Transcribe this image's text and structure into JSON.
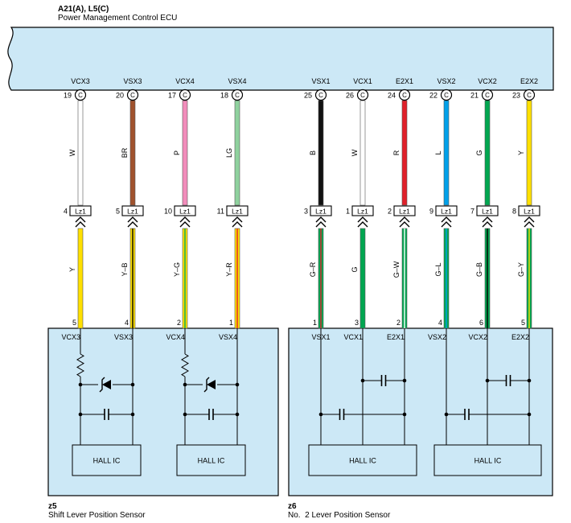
{
  "ecu": {
    "code": "A21(A), L5(C)",
    "name": "Power Management Control ECU",
    "connector_letter": "C"
  },
  "connector_tag": "Lz1",
  "wires": [
    {
      "signal": "VCX3",
      "ecu_pin": "19",
      "upper_color": "W",
      "upper_fill": "#ffffff",
      "lz1_pin": "4",
      "lower_color": "Y",
      "lower_fill": "#ffe000",
      "lower_stripe": null,
      "sensor_pin": "5"
    },
    {
      "signal": "VSX3",
      "ecu_pin": "20",
      "upper_color": "BR",
      "upper_fill": "#a0522d",
      "lz1_pin": "5",
      "lower_color": "Y–B",
      "lower_fill": "#ffe000",
      "lower_stripe": "#000000",
      "sensor_pin": "4"
    },
    {
      "signal": "VCX4",
      "ecu_pin": "17",
      "upper_color": "P",
      "upper_fill": "#f28cbb",
      "lz1_pin": "10",
      "lower_color": "Y–G",
      "lower_fill": "#ffe000",
      "lower_stripe": "#00a650",
      "sensor_pin": "2"
    },
    {
      "signal": "VSX4",
      "ecu_pin": "18",
      "upper_color": "LG",
      "upper_fill": "#8fd19e",
      "lz1_pin": "11",
      "lower_color": "Y–R",
      "lower_fill": "#ffe000",
      "lower_stripe": "#e0202a",
      "sensor_pin": "1"
    },
    {
      "signal": "VSX1",
      "ecu_pin": "25",
      "upper_color": "B",
      "upper_fill": "#111111",
      "lz1_pin": "3",
      "lower_color": "G–R",
      "lower_fill": "#00a650",
      "lower_stripe": "#e0202a",
      "sensor_pin": "1"
    },
    {
      "signal": "VCX1",
      "ecu_pin": "26",
      "upper_color": "W",
      "upper_fill": "#ffffff",
      "lz1_pin": "1",
      "lower_color": "G",
      "lower_fill": "#00a650",
      "lower_stripe": null,
      "sensor_pin": "3"
    },
    {
      "signal": "E2X1",
      "ecu_pin": "24",
      "upper_color": "R",
      "upper_fill": "#e0202a",
      "lz1_pin": "2",
      "lower_color": "G–W",
      "lower_fill": "#00a650",
      "lower_stripe": "#ffffff",
      "sensor_pin": "2"
    },
    {
      "signal": "VSX2",
      "ecu_pin": "22",
      "upper_color": "L",
      "upper_fill": "#00a0e9",
      "lz1_pin": "9",
      "lower_color": "G–L",
      "lower_fill": "#00a650",
      "lower_stripe": "#00a0e9",
      "sensor_pin": "4"
    },
    {
      "signal": "VCX2",
      "ecu_pin": "21",
      "upper_color": "G",
      "upper_fill": "#00a650",
      "lz1_pin": "7",
      "lower_color": "G–B",
      "lower_fill": "#00a650",
      "lower_stripe": "#000000",
      "sensor_pin": "6"
    },
    {
      "signal": "E2X2",
      "ecu_pin": "23",
      "upper_color": "Y",
      "upper_fill": "#ffe000",
      "lz1_pin": "8",
      "lower_color": "G–Y",
      "lower_fill": "#00a650",
      "lower_stripe": "#ffe000",
      "sensor_pin": "5"
    }
  ],
  "sensors": {
    "z5": {
      "code": "z5",
      "name": "Shift Lever Position Sensor",
      "pin_labels": [
        "VCX3",
        "VSX3",
        "VCX4",
        "VSX4"
      ],
      "hall_labels": [
        "HALL IC",
        "HALL IC"
      ]
    },
    "z6": {
      "code": "z6",
      "name": "No.  2 Lever Position Sensor",
      "pin_labels": [
        "VSX1",
        "VCX1",
        "E2X1",
        "VSX2",
        "VCX2",
        "E2X2"
      ],
      "hall_labels": [
        "HALL IC",
        "HALL IC"
      ]
    }
  },
  "colors": {
    "component_fill": "#cce8f6",
    "outline": "#000000"
  }
}
